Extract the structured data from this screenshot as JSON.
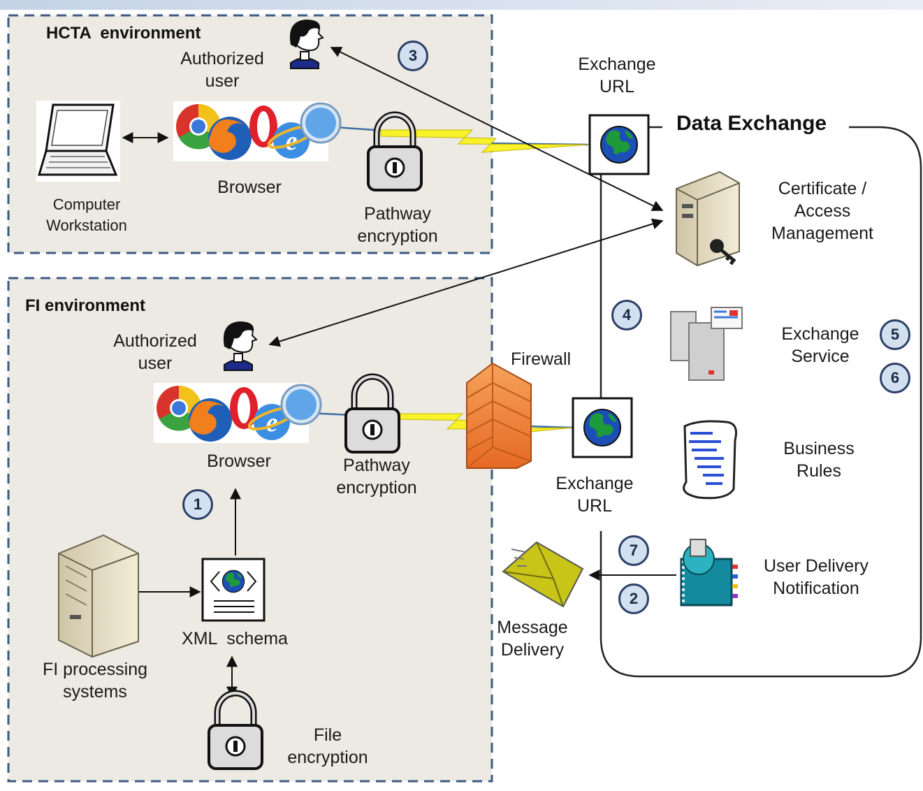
{
  "hcta_env": {
    "title": "HCTA  environment",
    "user_label": "Authorized\nuser",
    "workstation_label": "Computer\nWorkstation",
    "browser_label": "Browser",
    "encryption_label": "Pathway\nencryption"
  },
  "fi_env": {
    "title": "FI environment",
    "user_label": "Authorized\nuser",
    "browser_label": "Browser",
    "encryption_label": "Pathway\nencryption",
    "xml_label": "XML  schema",
    "processing_label": "FI processing\nsystems",
    "file_encryption_label": "File\nencryption"
  },
  "network": {
    "firewall_label": "Firewall",
    "exchange_url_top": "Exchange\nURL",
    "exchange_url_bottom": "Exchange\nURL",
    "message_delivery": "Message\nDelivery"
  },
  "data_exchange": {
    "title": "Data Exchange",
    "cert_label": "Certificate /\nAccess\nManagement",
    "service_label": "Exchange\nService",
    "rules_label": "Business\nRules",
    "notification_label": "User Delivery\nNotification"
  },
  "steps": [
    "1",
    "2",
    "3",
    "4",
    "5",
    "6",
    "7"
  ]
}
